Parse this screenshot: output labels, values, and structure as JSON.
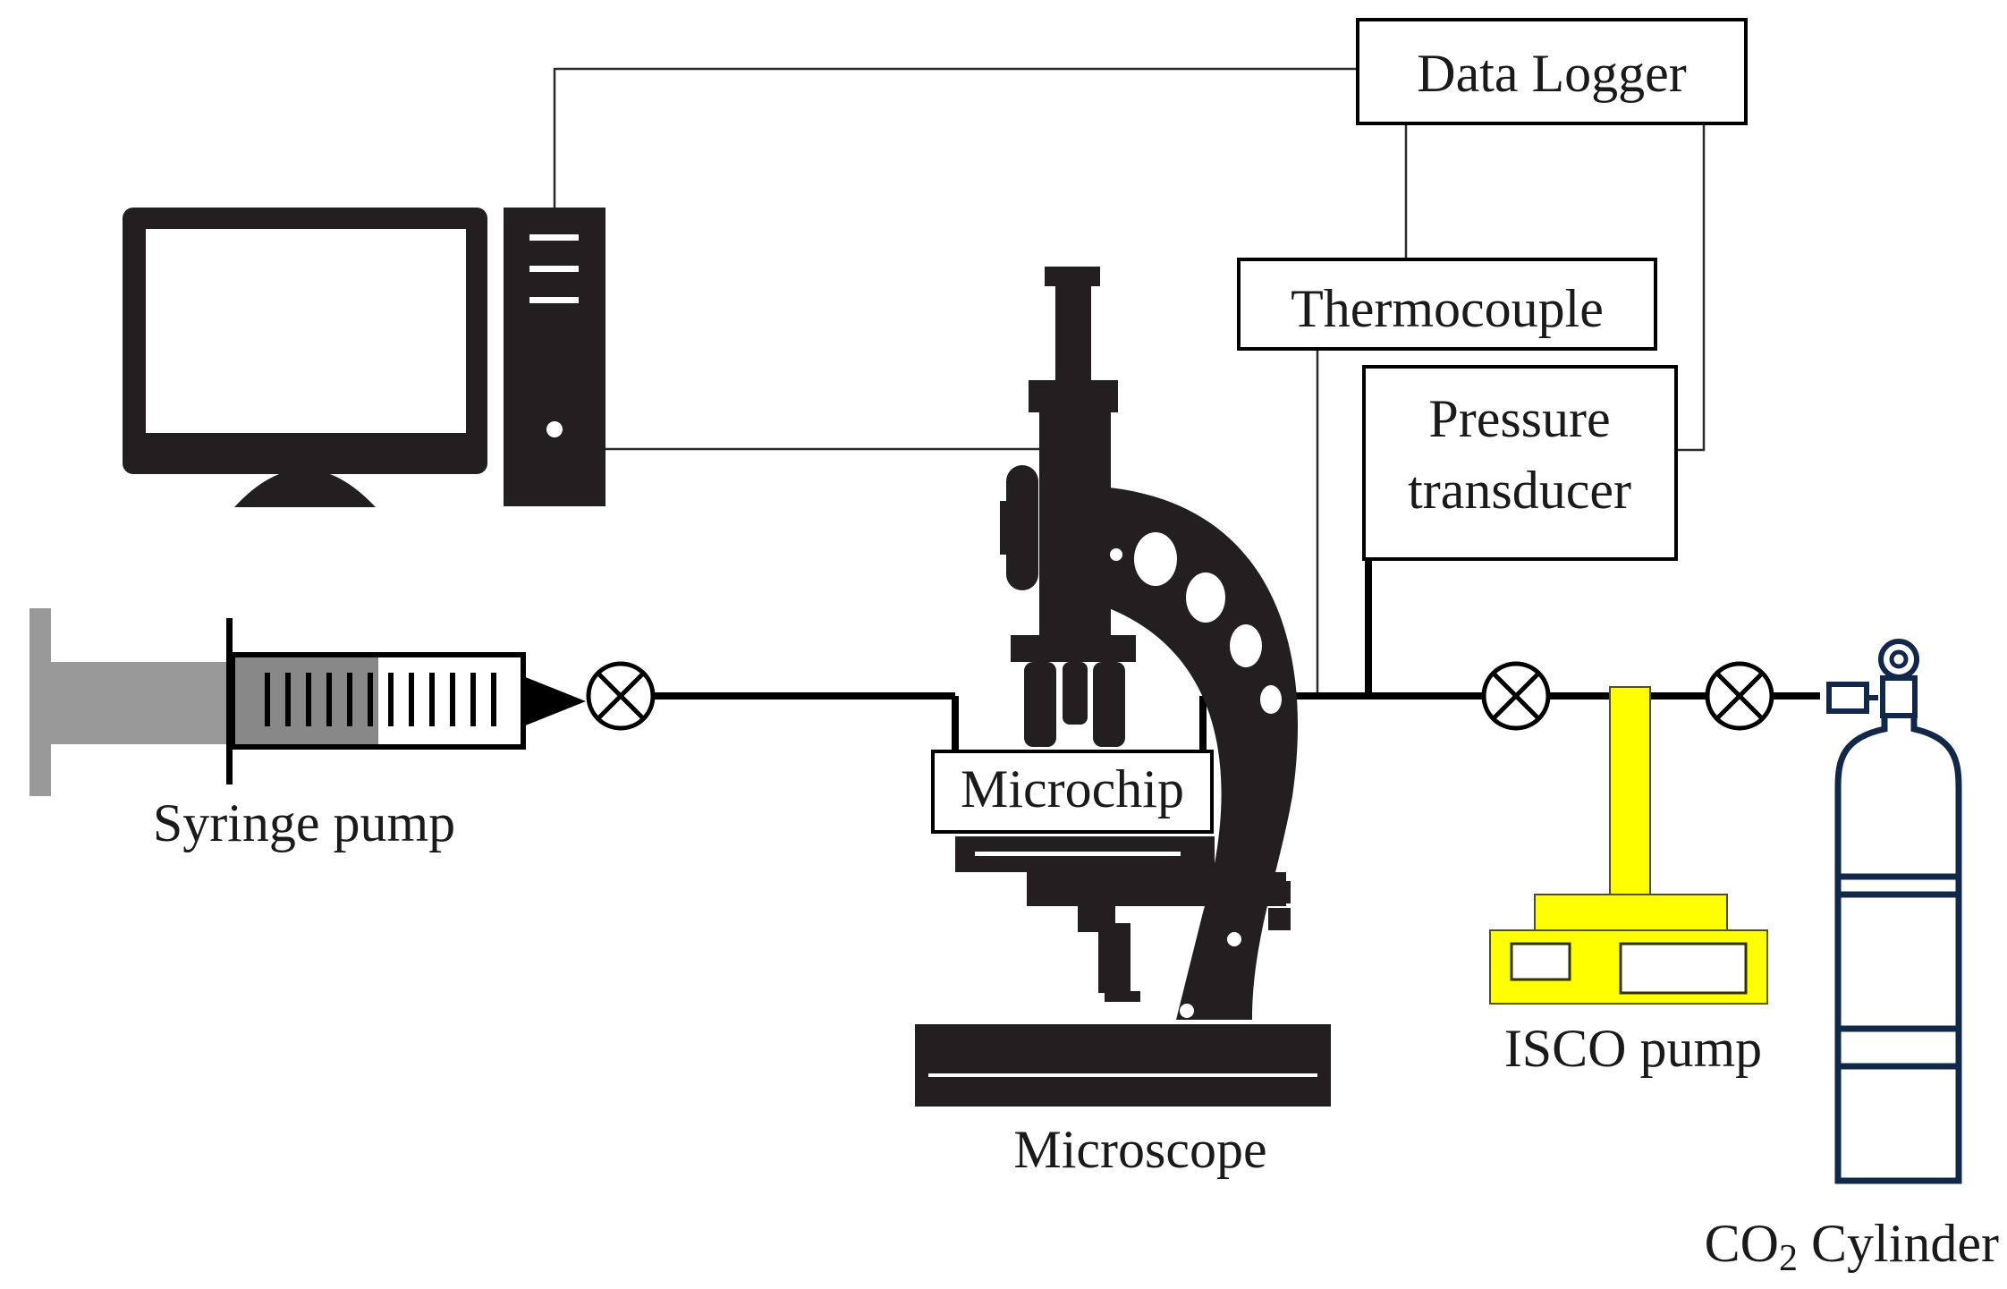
{
  "components": {
    "data_logger": "Data Logger",
    "thermocouple": "Thermocouple",
    "pressure_transducer_line1": "Pressure",
    "pressure_transducer_line2": "transducer",
    "microchip": "Microchip",
    "syringe_pump": "Syringe pump",
    "microscope": "Microscope",
    "isco_pump": "ISCO pump",
    "co2_cylinder_prefix": "CO",
    "co2_cylinder_subscript": "2",
    "co2_cylinder_suffix": " Cylinder"
  },
  "colors": {
    "isco_pump": "#ffff00",
    "co2_cylinder": "#12284a",
    "syringe_plunger": "#999999",
    "equipment": "#231f20"
  },
  "icons": [
    "computer-monitor-icon",
    "computer-tower-icon",
    "syringe-icon",
    "valve-icon",
    "microscope-icon",
    "isco-pump-icon",
    "gas-cylinder-icon"
  ]
}
